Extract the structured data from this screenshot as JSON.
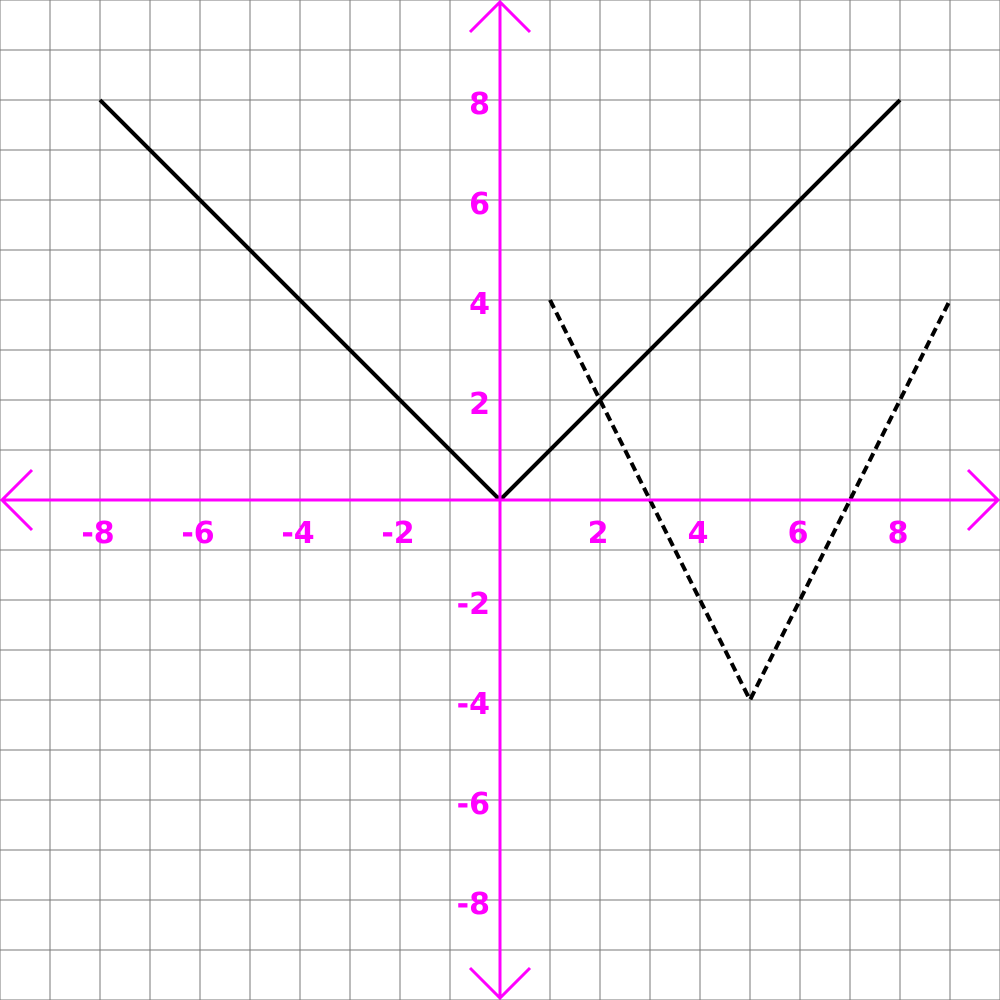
{
  "chart_data": {
    "type": "line",
    "title": "",
    "xlabel": "",
    "ylabel": "",
    "xlim": [
      -10,
      10
    ],
    "ylim": [
      -10,
      10
    ],
    "grid": true,
    "grid_step": 1,
    "axis_color": "#ff00ff",
    "grid_color": "#777777",
    "line_color": "#000000",
    "x_ticks": [
      {
        "value": -8,
        "label": "-8"
      },
      {
        "value": -6,
        "label": "-6"
      },
      {
        "value": -4,
        "label": "-4"
      },
      {
        "value": -2,
        "label": "-2"
      },
      {
        "value": 2,
        "label": "2"
      },
      {
        "value": 4,
        "label": "4"
      },
      {
        "value": 6,
        "label": "6"
      },
      {
        "value": 8,
        "label": "8"
      }
    ],
    "y_ticks": [
      {
        "value": 8,
        "label": "8"
      },
      {
        "value": 6,
        "label": "6"
      },
      {
        "value": 4,
        "label": "4"
      },
      {
        "value": 2,
        "label": "2"
      },
      {
        "value": -2,
        "label": "-2"
      },
      {
        "value": -4,
        "label": "-4"
      },
      {
        "value": -6,
        "label": "-6"
      },
      {
        "value": -8,
        "label": "-8"
      }
    ],
    "series": [
      {
        "style": "solid",
        "x": [
          -8,
          0,
          8
        ],
        "y": [
          8,
          0,
          8
        ]
      },
      {
        "style": "dashed",
        "x": [
          1,
          5,
          9
        ],
        "y": [
          4,
          -4,
          4
        ]
      }
    ]
  }
}
